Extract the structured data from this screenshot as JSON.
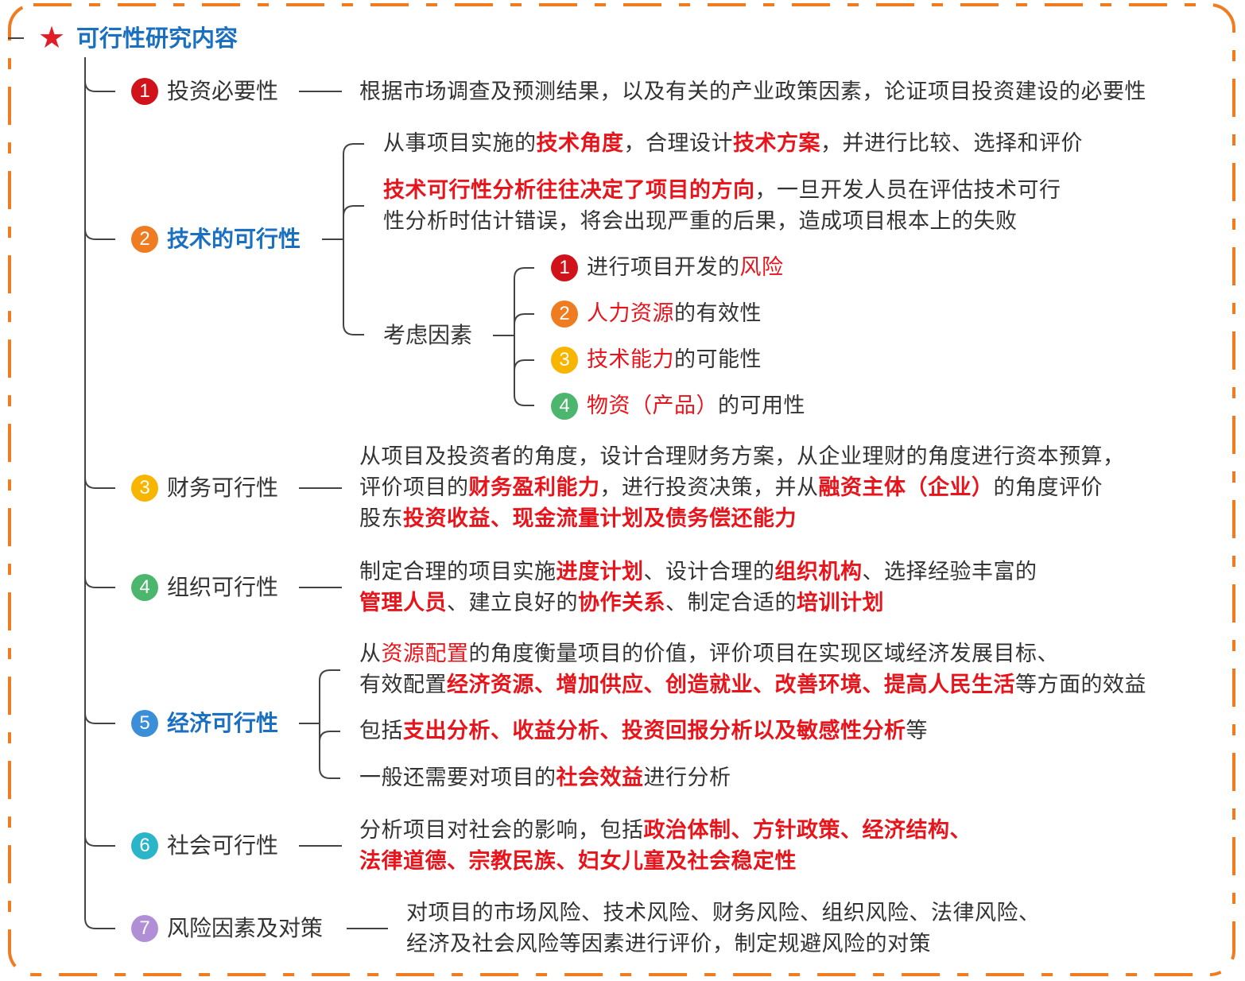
{
  "title": "可行性研究内容",
  "colors": {
    "border": "#f07c22",
    "title": "#1a6fc0",
    "red": "#e8141b",
    "line": "#444444"
  },
  "items": [
    {
      "num": "1",
      "label": "投资必要性",
      "color": "#d0121b",
      "lines": [
        [
          {
            "text": "根据市场调查及预测结果，以及有关的产业政策因素，论证项目投资建设的必要性",
            "style": "normal"
          }
        ]
      ]
    },
    {
      "num": "2",
      "label": "技术的可行性",
      "color": "#f07c22",
      "children": [
        {
          "lines": [
            [
              {
                "text": "从事项目实施的",
                "style": "normal"
              },
              {
                "text": "技术角度",
                "style": "red-bold"
              },
              {
                "text": "，合理设计",
                "style": "normal"
              },
              {
                "text": "技术方案",
                "style": "red-bold"
              },
              {
                "text": "，并进行比较、选择和评价",
                "style": "normal"
              }
            ]
          ]
        },
        {
          "lines": [
            [
              {
                "text": "技术可行性分析往往决定了项目的方向",
                "style": "red-bold"
              },
              {
                "text": "，一旦开发人员在评估技术可行",
                "style": "normal"
              }
            ],
            [
              {
                "text": "性分析时估计错误，将会出现严重的后果，造成项目根本上的失败",
                "style": "normal"
              }
            ]
          ]
        },
        {
          "label": "考虑因素",
          "factors": [
            {
              "num": "1",
              "color": "#d0121b",
              "segs": [
                {
                  "text": "进行项目开发的",
                  "style": "normal"
                },
                {
                  "text": "风险",
                  "style": "red"
                }
              ]
            },
            {
              "num": "2",
              "color": "#f07c22",
              "segs": [
                {
                  "text": "人力资源",
                  "style": "red"
                },
                {
                  "text": "的有效性",
                  "style": "normal"
                }
              ]
            },
            {
              "num": "3",
              "color": "#f7b500",
              "segs": [
                {
                  "text": "技术能力",
                  "style": "red"
                },
                {
                  "text": "的可能性",
                  "style": "normal"
                }
              ]
            },
            {
              "num": "4",
              "color": "#4cb56e",
              "segs": [
                {
                  "text": "物资（产品）",
                  "style": "red"
                },
                {
                  "text": "的可用性",
                  "style": "normal"
                }
              ]
            }
          ]
        }
      ]
    },
    {
      "num": "3",
      "label": "财务可行性",
      "color": "#f7b500",
      "lines": [
        [
          {
            "text": "从项目及投资者的角度，设计合理财务方案，从企业理财的角度进行资本预算，",
            "style": "normal"
          }
        ],
        [
          {
            "text": "评价项目的",
            "style": "normal"
          },
          {
            "text": "财务盈利能力",
            "style": "red-bold"
          },
          {
            "text": "，进行投资决策，并从",
            "style": "normal"
          },
          {
            "text": "融资主体（企业）",
            "style": "red-bold"
          },
          {
            "text": "的角度评价",
            "style": "normal"
          }
        ],
        [
          {
            "text": "股东",
            "style": "normal"
          },
          {
            "text": "投资收益、现金流量计划及债务偿还能力",
            "style": "red-bold"
          }
        ]
      ]
    },
    {
      "num": "4",
      "label": "组织可行性",
      "color": "#4cb56e",
      "lines": [
        [
          {
            "text": "制定合理的项目实施",
            "style": "normal"
          },
          {
            "text": "进度计划",
            "style": "red-bold"
          },
          {
            "text": "、设计合理的",
            "style": "normal"
          },
          {
            "text": "组织机构",
            "style": "red-bold"
          },
          {
            "text": "、选择经验丰富的",
            "style": "normal"
          }
        ],
        [
          {
            "text": "管理人员",
            "style": "red-bold"
          },
          {
            "text": "、建立良好的",
            "style": "normal"
          },
          {
            "text": "协作关系",
            "style": "red-bold"
          },
          {
            "text": "、制定合适的",
            "style": "normal"
          },
          {
            "text": "培训计划",
            "style": "red-bold"
          }
        ]
      ]
    },
    {
      "num": "5",
      "label": "经济可行性",
      "color": "#3b8fd9",
      "children": [
        {
          "lines": [
            [
              {
                "text": "从",
                "style": "normal"
              },
              {
                "text": "资源配置",
                "style": "red"
              },
              {
                "text": "的角度衡量项目的价值，评价项目在实现区域经济发展目标、",
                "style": "normal"
              }
            ],
            [
              {
                "text": "有效配置",
                "style": "normal"
              },
              {
                "text": "经济资源、增加供应、创造就业、改善环境、提高人民生活",
                "style": "red-bold"
              },
              {
                "text": "等方面的效益",
                "style": "normal"
              }
            ]
          ]
        },
        {
          "lines": [
            [
              {
                "text": "包括",
                "style": "normal"
              },
              {
                "text": "支出分析、收益分析、投资回报分析以及敏感性分析",
                "style": "red-bold"
              },
              {
                "text": "等",
                "style": "normal"
              }
            ]
          ]
        },
        {
          "lines": [
            [
              {
                "text": "一般还需要对项目的",
                "style": "normal"
              },
              {
                "text": "社会效益",
                "style": "red-bold"
              },
              {
                "text": "进行分析",
                "style": "normal"
              }
            ]
          ]
        }
      ]
    },
    {
      "num": "6",
      "label": "社会可行性",
      "color": "#2bb5c8",
      "lines": [
        [
          {
            "text": "分析项目对社会的影响，包括",
            "style": "normal"
          },
          {
            "text": "政治体制、方针政策、经济结构、",
            "style": "red-bold"
          }
        ],
        [
          {
            "text": "法律道德、宗教民族、妇女儿童及社会稳定性",
            "style": "red-bold"
          }
        ]
      ]
    },
    {
      "num": "7",
      "label": "风险因素及对策",
      "color": "#b08fd6",
      "lines": [
        [
          {
            "text": "对项目的市场风险、技术风险、财务风险、组织风险、法律风险、",
            "style": "normal"
          }
        ],
        [
          {
            "text": "经济及社会风险等因素进行评价，制定规避风险的对策",
            "style": "normal"
          }
        ]
      ]
    }
  ]
}
